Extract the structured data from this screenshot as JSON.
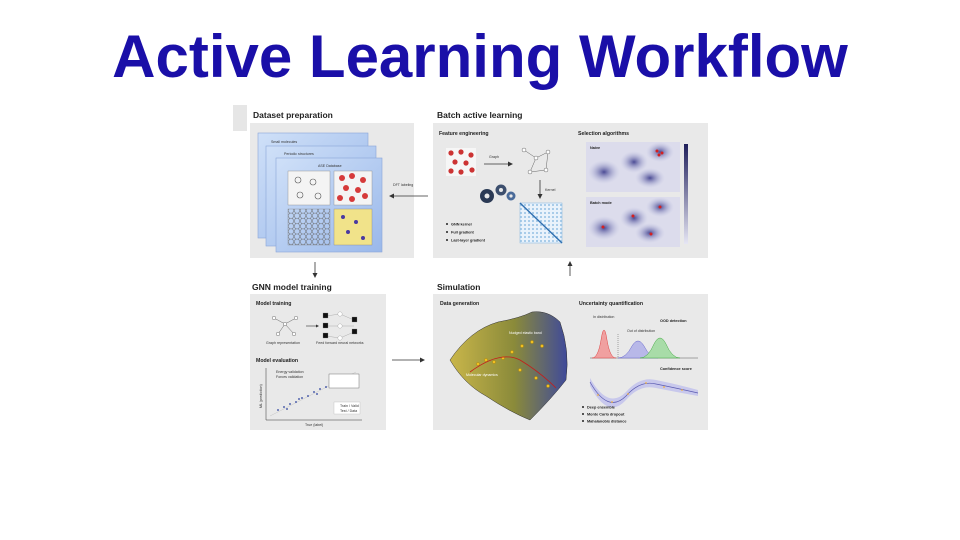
{
  "slide": {
    "title": "Active Learning Workflow",
    "title_color": "#1a0fa8"
  },
  "figure": {
    "dataset_preparation": {
      "title": "Dataset preparation",
      "layers": [
        "Small molecules",
        "Periodic structures",
        "ASE Database"
      ],
      "dft_label": "DFT labeling"
    },
    "batch_active_learning": {
      "title": "Batch active learning",
      "feature_engineering": {
        "title": "Feature engineering",
        "graph_label": "Graph",
        "kernel_label": "Kernel",
        "bullets": [
          "GNN kernel",
          "Full gradient",
          "Last-layer gradient"
        ]
      },
      "selection_algorithms": {
        "title": "Selection algorithms",
        "naive_label": "Naive",
        "batch_label": "Batch mode"
      }
    },
    "gnn_model_training": {
      "title": "GNN model training",
      "model_training": "Model training",
      "graph_repr": "Graph representation",
      "ffnn": "Feed forward neural networks",
      "model_evaluation": "Model evaluation",
      "legend": [
        "Energy validation",
        "Forces validation"
      ],
      "xlabel": "True (label)",
      "ylabel": "ML (prediction)",
      "legend2": [
        "Train / Valid",
        "Test / Data"
      ]
    },
    "simulation": {
      "title": "Simulation",
      "data_generation": "Data generation",
      "neb_label": "Nudged elastic band",
      "md_label": "Molecular dynamics",
      "uq_title": "Uncertainty quantification",
      "in_dist": "In distribution",
      "out_dist": "Out of distribution",
      "ood_label": "OOD detection",
      "conf_label": "Confidence score",
      "bullets": [
        "Deep ensemble",
        "Monte Carlo dropout",
        "Mahalanobis distance"
      ]
    }
  }
}
